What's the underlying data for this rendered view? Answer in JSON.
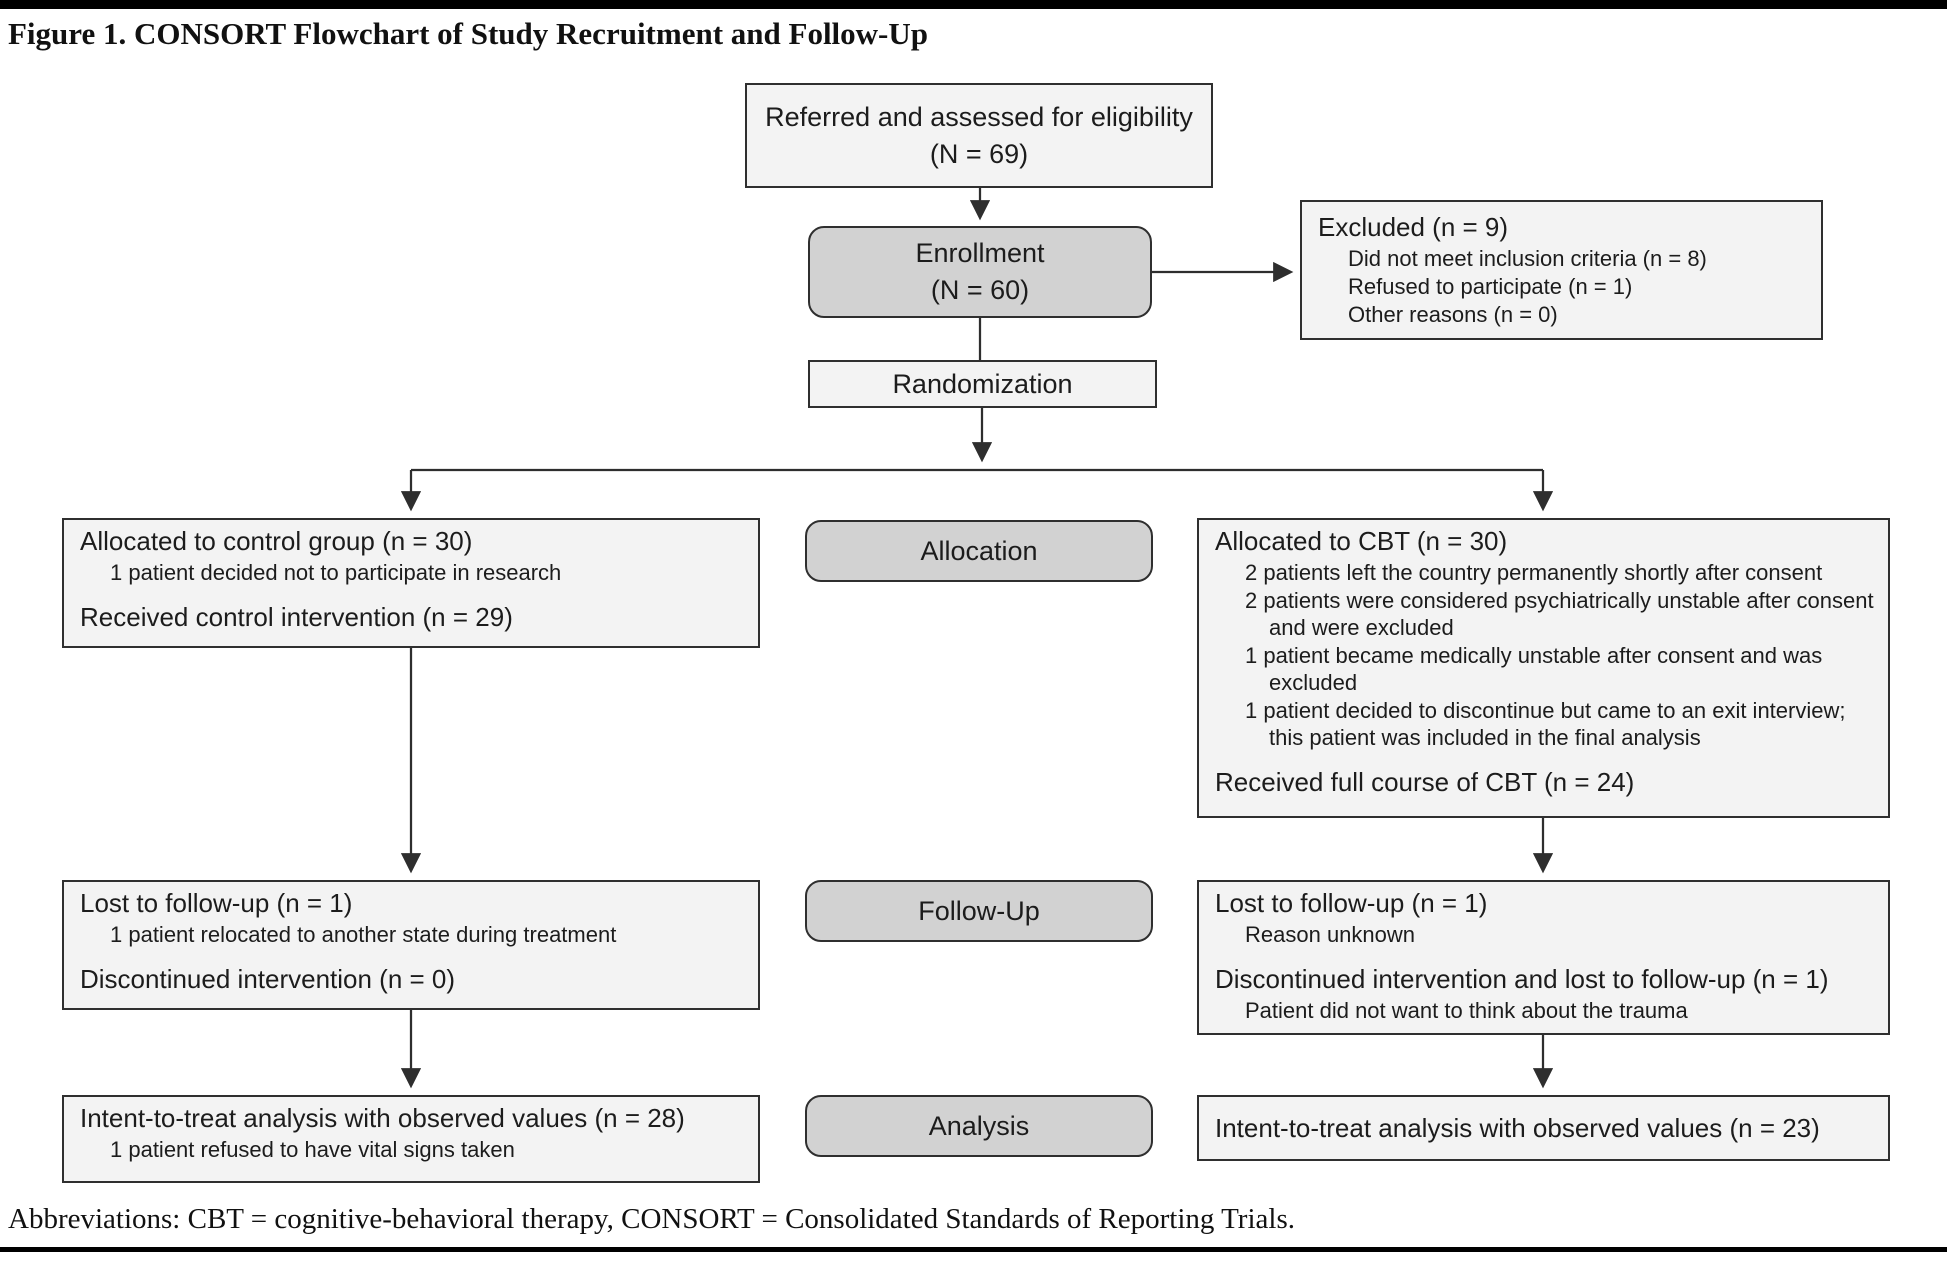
{
  "figure": {
    "title": "Figure 1. CONSORT Flowchart of Study Recruitment and Follow-Up",
    "footer": "Abbreviations: CBT = cognitive-behavioral therapy, CONSORT = Consolidated Standards of Reporting Trials."
  },
  "palette": {
    "box_fill": "#f3f3f3",
    "stage_fill": "#d2d2d2",
    "border": "#2f2f2f",
    "arrow": "#2e2e2e"
  },
  "nodes": {
    "referred": {
      "line1": "Referred and assessed for eligibility",
      "line2": "(N = 69)"
    },
    "enrollment": {
      "line1": "Enrollment",
      "line2": "(N = 60)"
    },
    "excluded": {
      "title": "Excluded (n = 9)",
      "items": [
        "Did not meet inclusion criteria (n = 8)",
        "Refused to participate (n = 1)",
        "Other reasons (n = 0)"
      ]
    },
    "randomization": {
      "label": "Randomization"
    },
    "stages": {
      "allocation": "Allocation",
      "followup": "Follow-Up",
      "analysis": "Analysis"
    },
    "control_allocation": {
      "title": "Allocated to control group (n = 30)",
      "items": [
        "1 patient decided not to participate in research"
      ],
      "received": "Received control intervention (n = 29)"
    },
    "cbt_allocation": {
      "title": "Allocated to CBT (n = 30)",
      "items": [
        "2 patients left the country permanently shortly after consent",
        "2 patients were considered psychiatrically unstable after consent and were excluded",
        "1 patient became medically unstable after consent and was excluded",
        "1 patient decided to discontinue but came to an exit interview; this patient was included in the final analysis"
      ],
      "received": "Received full course of CBT (n = 24)"
    },
    "control_followup": {
      "title": "Lost to follow-up (n = 1)",
      "items": [
        "1 patient relocated to another state during treatment"
      ],
      "second_title": "Discontinued intervention (n = 0)"
    },
    "cbt_followup": {
      "title": "Lost to follow-up (n = 1)",
      "items": [
        "Reason unknown"
      ],
      "second_title": "Discontinued intervention and lost to follow-up (n = 1)",
      "second_items": [
        "Patient did not want to think about the trauma"
      ]
    },
    "control_analysis": {
      "title": "Intent-to-treat analysis with observed values (n = 28)",
      "items": [
        "1 patient refused to have vital signs taken"
      ]
    },
    "cbt_analysis": {
      "title": "Intent-to-treat analysis with observed values (n = 23)"
    }
  }
}
